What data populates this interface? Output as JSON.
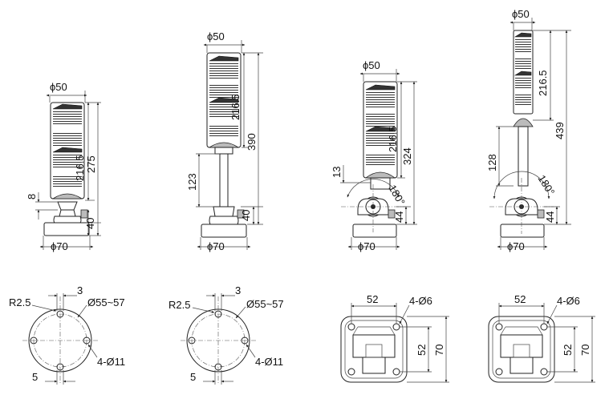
{
  "view1": {
    "top_dia": "ϕ50",
    "base_dia": "ϕ70",
    "dims": {
      "d_8": "8",
      "d_216_5": "216.5",
      "d_275": "275",
      "d_40": "40"
    }
  },
  "view2": {
    "top_dia": "ϕ50",
    "base_dia": "ϕ70",
    "dims": {
      "d_216_5": "216.5",
      "d_390": "390",
      "d_123": "123",
      "d_40": "40"
    }
  },
  "view3": {
    "top_dia": "ϕ50",
    "base_dia": "ϕ70",
    "dims": {
      "d_216_5": "216.5",
      "d_324": "324",
      "d_13": "13",
      "d_44": "44",
      "angle": "180°"
    }
  },
  "view4": {
    "top_dia": "ϕ50",
    "base_dia": "ϕ70",
    "dims": {
      "d_216_5": "216.5",
      "d_439": "439",
      "d_128": "128",
      "d_44": "44",
      "angle": "180°"
    }
  },
  "base_round_a": {
    "r": "R2.5",
    "w": "3",
    "pcd": "Ø55~57",
    "holes": "4-Ø11",
    "off": "5"
  },
  "base_round_b": {
    "r": "R2.5",
    "w": "3",
    "pcd": "Ø55~57",
    "holes": "4-Ø11",
    "off": "5"
  },
  "base_square_a": {
    "w": "52",
    "holes": "4-Ø6",
    "h1": "52",
    "h2": "70"
  },
  "base_square_b": {
    "w": "52",
    "holes": "4-Ø6",
    "h1": "52",
    "h2": "70"
  }
}
